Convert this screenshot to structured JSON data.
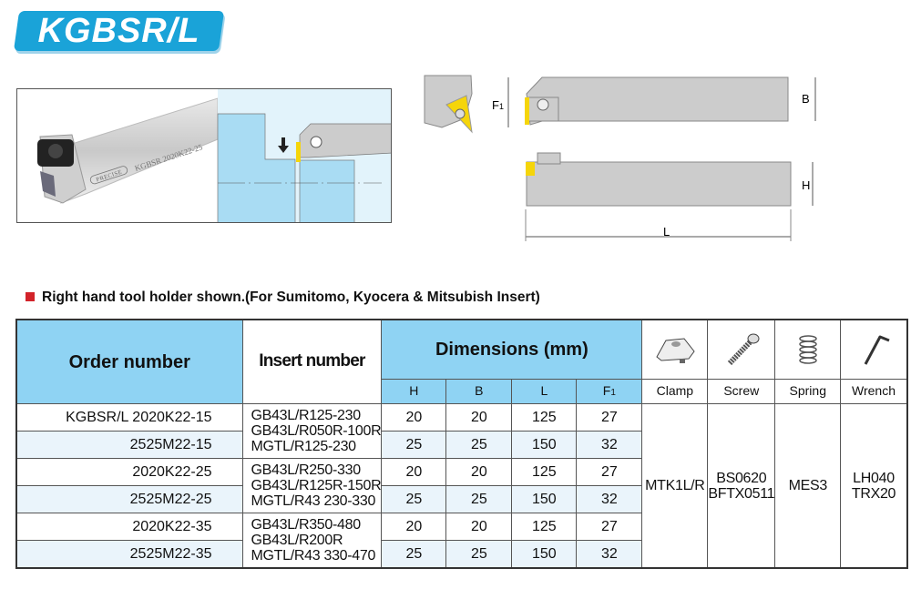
{
  "logo": {
    "text": "KGBSR/L"
  },
  "photo": {
    "engraving": "KGBSR  2020K22-25",
    "brand": "PRECISE"
  },
  "drawing": {
    "labels": {
      "F1": "F",
      "F1_sub": "1",
      "B": "B",
      "H": "H",
      "L": "L"
    }
  },
  "section_title": "Right hand tool holder shown.(For Sumitomo, Kyocera & Mitsubish  Insert)",
  "table": {
    "headers": {
      "order": "Order number",
      "insert": "Insert number",
      "dimensions": "Dimensions (mm)",
      "dims": [
        "H",
        "B",
        "L",
        "F"
      ],
      "f1_sub": "1",
      "accessories": [
        {
          "label": "Clamp",
          "icon": "clamp-icon"
        },
        {
          "label": "Screw",
          "icon": "screw-icon"
        },
        {
          "label": "Spring",
          "icon": "spring-icon"
        },
        {
          "label": "Wrench",
          "icon": "wrench-icon"
        }
      ]
    },
    "rows": [
      {
        "order": "KGBSR/L  2020K22-15",
        "H": "20",
        "B": "20",
        "L": "125",
        "F1": "27"
      },
      {
        "order": "2525M22-15",
        "H": "25",
        "B": "25",
        "L": "150",
        "F1": "32"
      },
      {
        "order": "2020K22-25",
        "H": "20",
        "B": "20",
        "L": "125",
        "F1": "27"
      },
      {
        "order": "2525M22-25",
        "H": "25",
        "B": "25",
        "L": "150",
        "F1": "32"
      },
      {
        "order": "2020K22-35",
        "H": "20",
        "B": "20",
        "L": "125",
        "F1": "27"
      },
      {
        "order": "2525M22-35",
        "H": "25",
        "B": "25",
        "L": "150",
        "F1": "32"
      }
    ],
    "inserts": [
      [
        "GB43L/R125-230",
        "GB43L/R050R-100R",
        "MGTL/R125-230"
      ],
      [
        "GB43L/R250-330",
        "GB43L/R125R-150R",
        "MGTL/R43 230-330"
      ],
      [
        "GB43L/R350-480",
        "GB43L/R200R",
        "MGTL/R43 330-470"
      ]
    ],
    "accessory_values": {
      "clamp": [
        "MTK1L/R"
      ],
      "screw": [
        "BS0620",
        "BFTX0511"
      ],
      "spring": [
        "MES3"
      ],
      "wrench": [
        "LH040",
        "TRX20"
      ]
    }
  },
  "colors": {
    "header_blue": "#8fd3f3",
    "logo_blue": "#1aa3d8",
    "insert_yellow": "#f5d50a",
    "bullet_red": "#d2232a"
  }
}
